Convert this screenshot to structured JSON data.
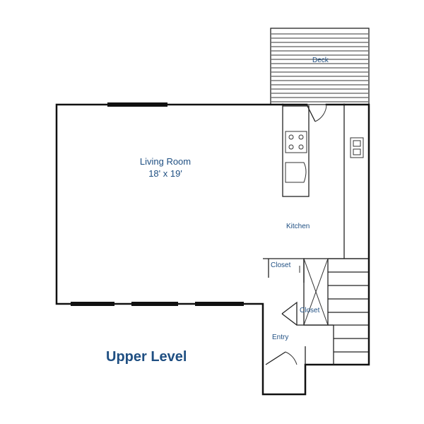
{
  "title": "Upper Level",
  "rooms": {
    "deck": "Deck",
    "living_room": "Living Room",
    "living_room_size": "18' x 19'",
    "kitchen": "Kitchen",
    "closet_upper": "Closet",
    "closet_lower": "Closet",
    "entry": "Entry"
  },
  "colors": {
    "label": "#1f4f82",
    "wall": "#111111"
  }
}
